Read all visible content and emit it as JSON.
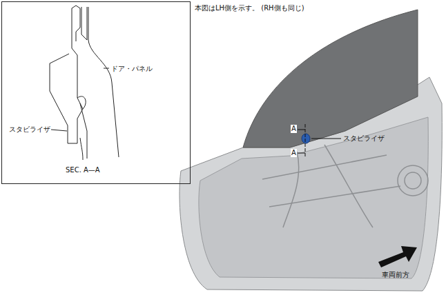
{
  "diagram": {
    "nodes": [
      {
        "text": [
          "ドア・パネル",
          "スタビライザ",
          "SEC. A—A"
        ]
      }
    ],
    "labels": [
      "本図はLH側を示す。 (RH側も同じ)",
      "A",
      "A",
      "スタビライザ",
      "車両前方"
    ]
  }
}
